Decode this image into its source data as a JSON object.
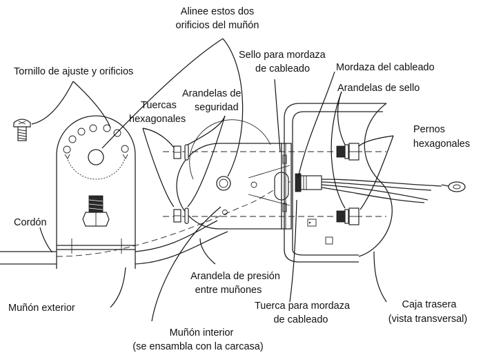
{
  "labels": {
    "align_line1": "Alinee estos dos",
    "align_line2": "orificios del muñón",
    "adjust_screw": "Tornillo de ajuste y orificios",
    "lock_washers_line1": "Arandelas de",
    "lock_washers_line2": "seguridad",
    "hex_nuts_line1": "Tuercas",
    "hex_nuts_line2": "hexagonales",
    "seal_line1": "Sello para mordaza",
    "seal_line2": "de cableado",
    "cable_clamp": "Mordaza del cableado",
    "seal_washers": "Arandelas de sello",
    "hex_bolts_line1": "Pernos",
    "hex_bolts_line2": "hexagonales",
    "cord": "Cordón",
    "outer_trunnion": "Muñón exterior",
    "pressure_washer_line1": "Arandela de presión",
    "pressure_washer_line2": "entre muñones",
    "clamp_nut_line1": "Tuerca para mordaza",
    "clamp_nut_line2": "de cableado",
    "inner_trunnion_line1": "Muñón interior",
    "inner_trunnion_line2": "(se ensambla con la carcasa)",
    "rear_box_line1": "Caja trasera",
    "rear_box_line2": "(vista transversal)"
  }
}
